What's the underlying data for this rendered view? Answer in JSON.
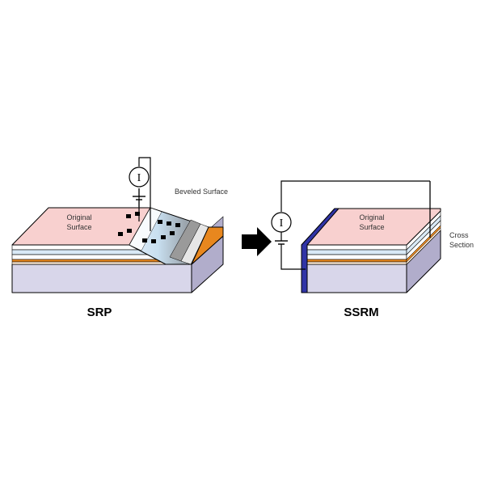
{
  "labels": {
    "srp_original_surface_line1": "Original",
    "srp_original_surface_line2": "Surface",
    "beveled_surface": "Beveled Surface",
    "ssrm_original_surface_line1": "Original",
    "ssrm_original_surface_line2": "Surface",
    "cross_section_line1": "Cross",
    "cross_section_line2": "Section",
    "ammeter_symbol": "I"
  },
  "titles": {
    "left": "SRP",
    "right": "SSRM"
  },
  "icons": {
    "transition": "right-arrow-icon",
    "meter": "ammeter-icon",
    "battery": "battery-icon"
  },
  "colors": {
    "surface": "#f8d0cf",
    "substrate_front": "#d8d6ea",
    "substrate_side": "#b1adcb",
    "bevel_light": "#cfe6f5",
    "bevel_dark": "#8e8e8e",
    "orange_layer": "#e8871e",
    "cross_section_blue": "#3034a6",
    "arrow": "#000000"
  }
}
